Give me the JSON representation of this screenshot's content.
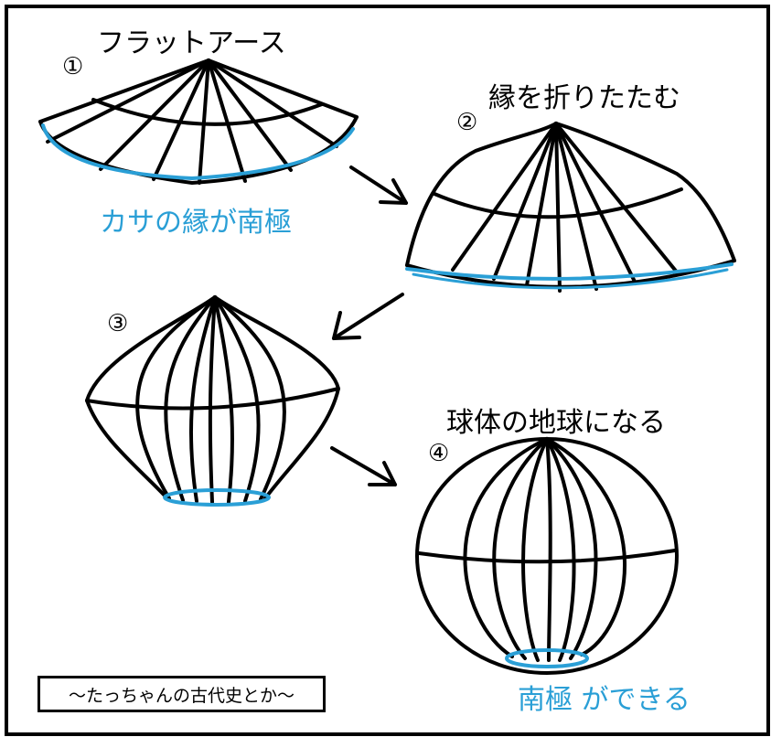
{
  "steps": [
    {
      "number": "①",
      "title": "フラットアース",
      "note": "カサの縁が南極"
    },
    {
      "number": "②",
      "title": "縁を折りたたむ"
    },
    {
      "number": "③"
    },
    {
      "number": "④",
      "title": "球体の地球になる",
      "note": "南極 ができる"
    }
  ],
  "credit": "～たっちゃんの古代史とか～",
  "colors": {
    "line": "#000000",
    "highlight": "#2a9fd6",
    "background": "#ffffff"
  }
}
